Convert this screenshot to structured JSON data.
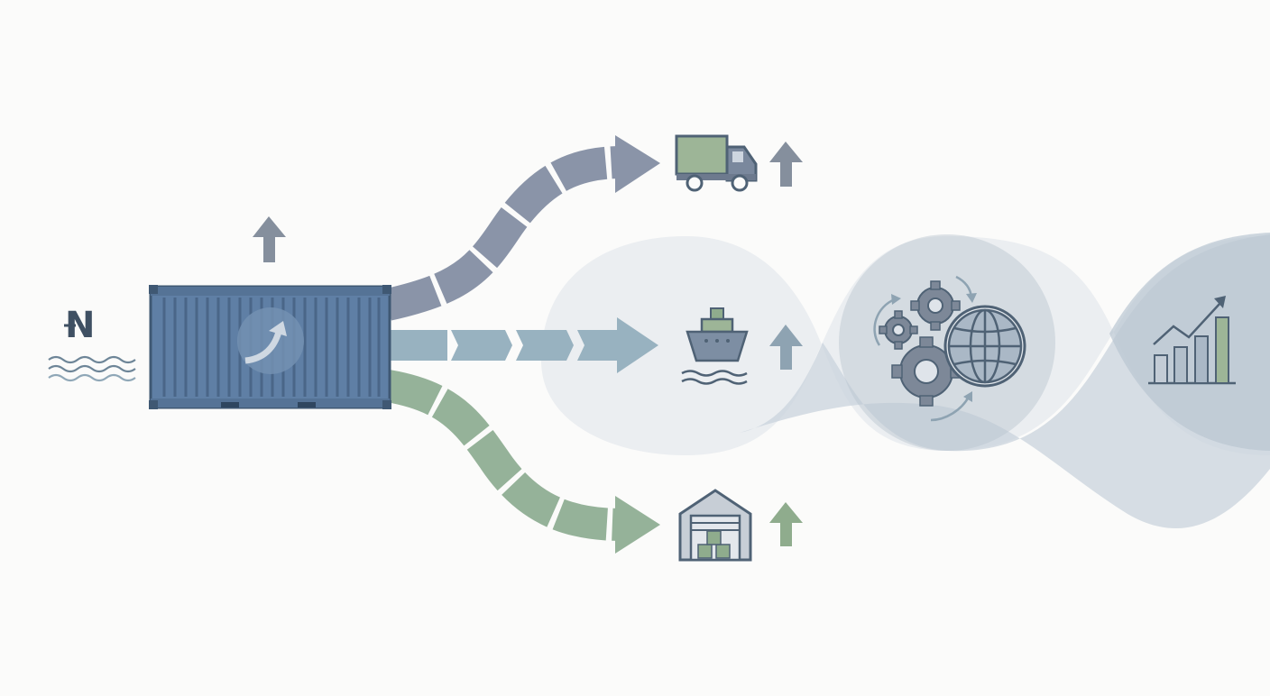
{
  "logo": {
    "text": "N"
  },
  "colors": {
    "background": "#fbfbfa",
    "container": "#5f7fa5",
    "container_dark": "#3f5f85",
    "outline": "#4f6275",
    "route_truck": "#8a94a8",
    "route_ship": "#98b2c0",
    "route_warehouse": "#95b299",
    "accent_green": "#8fac8d",
    "up_arrow_gray": "#858f9d",
    "up_arrow_blue": "#8ea3b2",
    "up_arrow_green": "#8fac8d",
    "wave_light": "#e7eaee",
    "wave_mid": "#c9d3dc"
  },
  "icons": [
    "compass-logo-icon",
    "shipping-container-icon",
    "growth-arrow-icon",
    "delivery-truck-icon",
    "cargo-ship-icon",
    "warehouse-icon",
    "gears-icon",
    "globe-icon",
    "growth-chart-icon",
    "up-arrow-icon"
  ],
  "routes": [
    {
      "id": "truck",
      "icon": "delivery-truck-icon"
    },
    {
      "id": "ship",
      "icon": "cargo-ship-icon"
    },
    {
      "id": "warehouse",
      "icon": "warehouse-icon"
    }
  ]
}
